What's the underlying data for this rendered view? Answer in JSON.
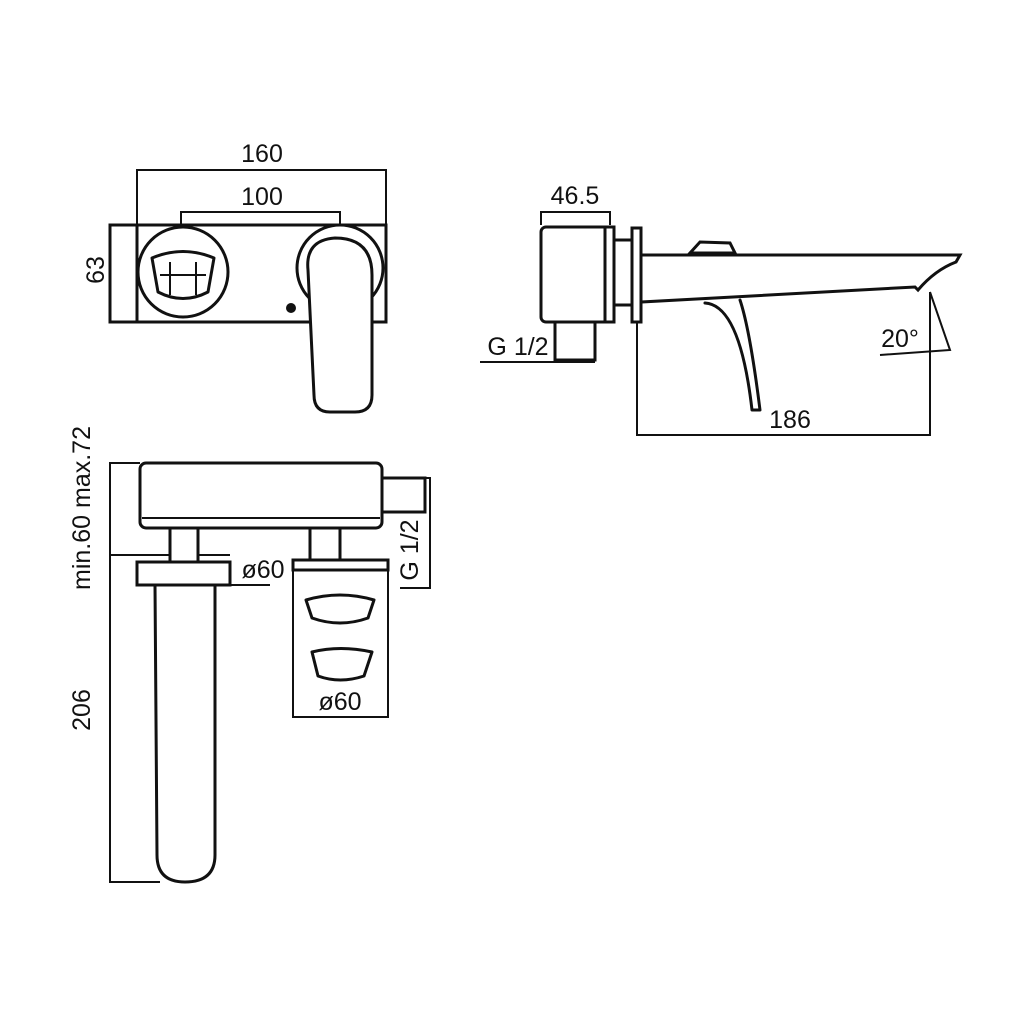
{
  "drawing": {
    "front_view": {
      "width_overall": "160",
      "width_centers": "100",
      "height": "63"
    },
    "side_view": {
      "depth_body": "46.5",
      "connection": "G 1/2",
      "spout_reach": "186",
      "angle": "20°"
    },
    "top_view": {
      "wall_range": "min.60 max.72",
      "spout_length": "206",
      "spout_diameter": "ø60",
      "handle_diameter": "ø60",
      "connection": "G 1/2"
    }
  },
  "colors": {
    "line": "#111111",
    "background": "#ffffff"
  }
}
